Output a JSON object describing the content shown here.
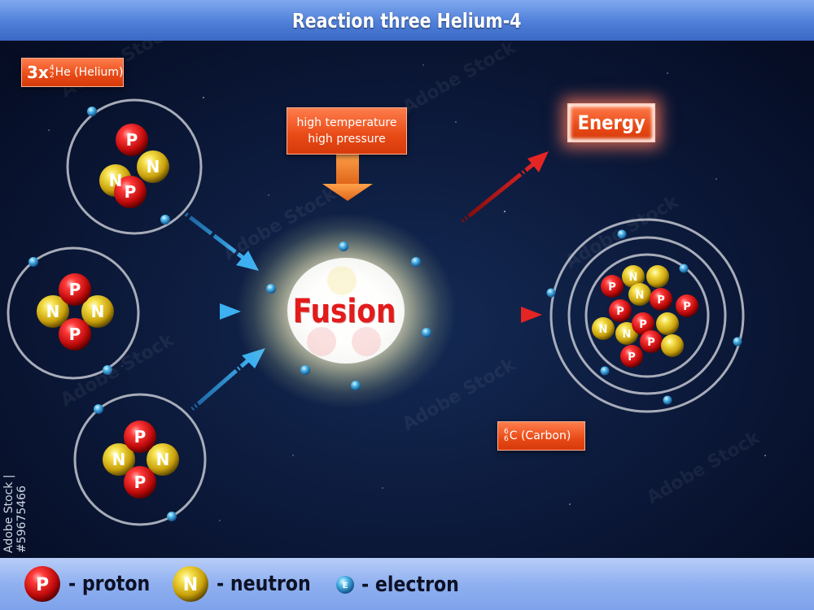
{
  "header": {
    "title": "Reaction three Helium-4"
  },
  "labels": {
    "helium_count": "3x",
    "helium_mass": "4",
    "helium_atomic": "2",
    "helium_symbol": "He (Helium)",
    "carbon_mass": "6",
    "carbon_atomic": "6",
    "carbon_symbol": "C (Carbon)",
    "conditions_line1": "high temperature",
    "conditions_line2": "high pressure",
    "energy": "Energy",
    "fusion": "Fusion"
  },
  "particles": {
    "proton_letter": "P",
    "neutron_letter": "N",
    "electron_letter": "E"
  },
  "legend": {
    "proton": "- proton",
    "neutron": "- neutron",
    "electron": "- electron"
  },
  "side_id": "Adobe Stock | #59675466",
  "colors": {
    "proton": "#e0141a",
    "neutron": "#e6c61a",
    "electron": "#3aa6e0",
    "arrow_in": "#2e8fd6",
    "arrow_out": "#d01a1a",
    "label_bg": "#e84a16"
  },
  "icons": [
    "proton-icon",
    "neutron-icon",
    "electron-icon",
    "arrow-icon"
  ]
}
